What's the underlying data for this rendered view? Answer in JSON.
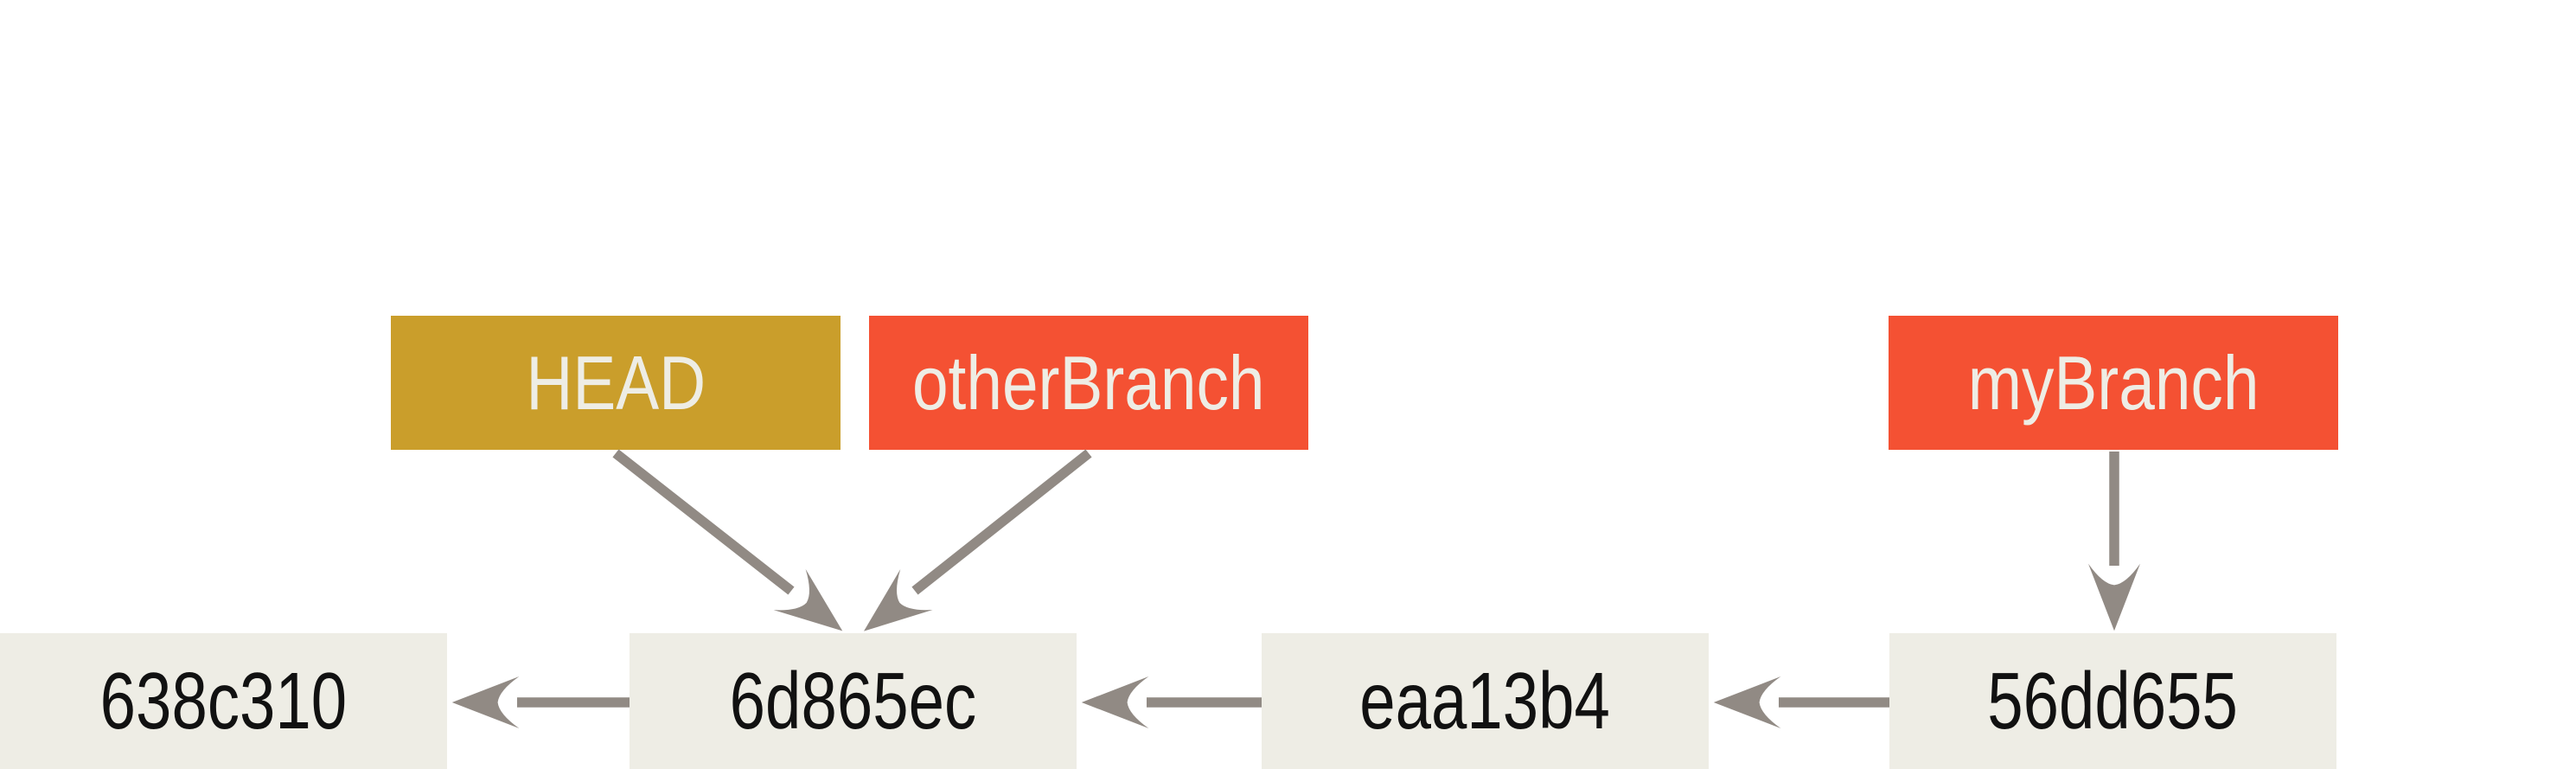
{
  "page": {
    "background": "#FFFFFF",
    "description": "Git commit graph with branch pointers"
  },
  "diagram": {
    "kind": "git-commit-graph",
    "colors": {
      "head_box": "#CA9E2B",
      "branch_box": "#F45133",
      "commit_box": "#EEEDE5",
      "arrow": "#918A84",
      "branch_text": "#EEEDE5",
      "commit_text": "#111111"
    },
    "branches": [
      {
        "label": "HEAD",
        "points_to": "6d865ec",
        "style": "head"
      },
      {
        "label": "otherBranch",
        "points_to": "6d865ec",
        "style": "branch"
      },
      {
        "label": "myBranch",
        "points_to": "56dd655",
        "style": "branch"
      }
    ],
    "commits": [
      {
        "hash": "638c310",
        "parent": null
      },
      {
        "hash": "6d865ec",
        "parent": "638c310"
      },
      {
        "hash": "eaa13b4",
        "parent": "6d865ec"
      },
      {
        "hash": "56dd655",
        "parent": "eaa13b4"
      }
    ]
  }
}
